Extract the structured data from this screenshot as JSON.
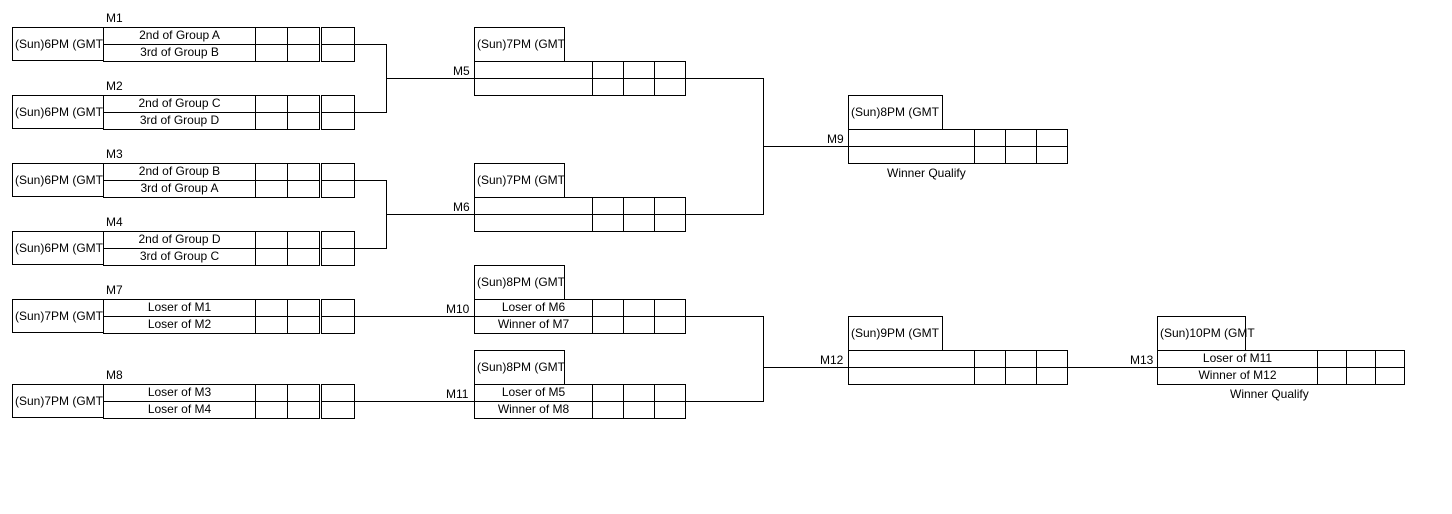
{
  "matches": [
    {
      "id": "m1",
      "code": "M1",
      "time": "(Sun)6PM (GMT",
      "teams": [
        "2nd of Group A",
        "3rd of Group B"
      ]
    },
    {
      "id": "m2",
      "code": "M2",
      "time": "(Sun)6PM (GMT",
      "teams": [
        "2nd of Group C",
        "3rd of Group D"
      ]
    },
    {
      "id": "m3",
      "code": "M3",
      "time": "(Sun)6PM (GMT",
      "teams": [
        "2nd of Group B",
        "3rd of Group A"
      ]
    },
    {
      "id": "m4",
      "code": "M4",
      "time": "(Sun)6PM (GMT",
      "teams": [
        "2nd of Group D",
        "3rd of Group C"
      ]
    },
    {
      "id": "m7",
      "code": "M7",
      "time": "(Sun)7PM (GMT",
      "teams": [
        "Loser of M1",
        "Loser of M2"
      ]
    },
    {
      "id": "m8",
      "code": "M8",
      "time": "(Sun)7PM (GMT",
      "teams": [
        "Loser of M3",
        "Loser of M4"
      ]
    },
    {
      "id": "m5",
      "code": "M5",
      "time": "(Sun)7PM (GMT",
      "teams": [
        "",
        ""
      ]
    },
    {
      "id": "m6",
      "code": "M6",
      "time": "(Sun)7PM (GMT",
      "teams": [
        "",
        ""
      ]
    },
    {
      "id": "m10",
      "code": "M10",
      "time": "(Sun)8PM (GMT",
      "teams": [
        "Loser of M6",
        "Winner of M7"
      ]
    },
    {
      "id": "m11",
      "code": "M11",
      "time": "(Sun)8PM (GMT",
      "teams": [
        "Loser of M5",
        "Winner of M8"
      ]
    },
    {
      "id": "m9",
      "code": "M9",
      "time": "(Sun)8PM (GMT",
      "teams": [
        "",
        ""
      ],
      "note": "Winner Qualify"
    },
    {
      "id": "m12",
      "code": "M12",
      "time": "(Sun)9PM (GMT",
      "teams": [
        "",
        ""
      ]
    },
    {
      "id": "m13",
      "code": "M13",
      "time": "(Sun)10PM (GMT",
      "teams": [
        "Loser of M11",
        "Winner of M12"
      ],
      "note": "Winner Qualify"
    }
  ]
}
